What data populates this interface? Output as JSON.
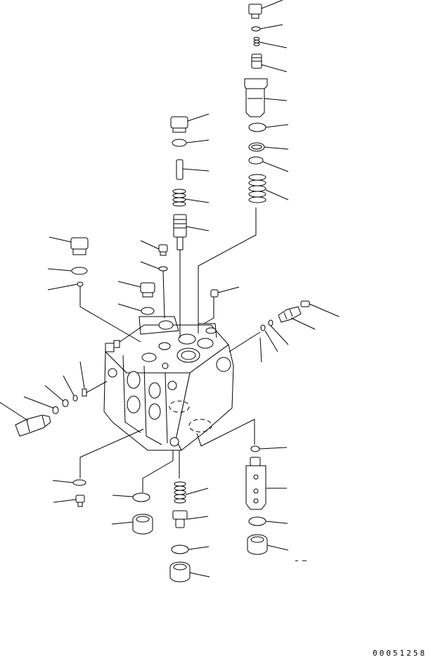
{
  "figure": {
    "drawing_number": "00051258"
  },
  "parts": [
    "plug-top",
    "o-ring-small",
    "spring-small",
    "poppet",
    "sleeve-valve",
    "o-ring",
    "backup-ring",
    "o-ring",
    "spring",
    "plug",
    "o-ring",
    "pin",
    "spring",
    "spool",
    "plug",
    "o-ring",
    "o-ring-small",
    "fitting",
    "o-ring",
    "screw",
    "connector",
    "o-ring",
    "o-ring",
    "screw-plug",
    "o-ring",
    "o-ring",
    "backup-ring",
    "relief-valve",
    "o-ring",
    "plug-small",
    "o-ring",
    "plug-large",
    "spring",
    "poppet",
    "o-ring",
    "plug-large",
    "nut",
    "valve-body",
    "o-ring",
    "plug-large",
    "valve-housing"
  ]
}
